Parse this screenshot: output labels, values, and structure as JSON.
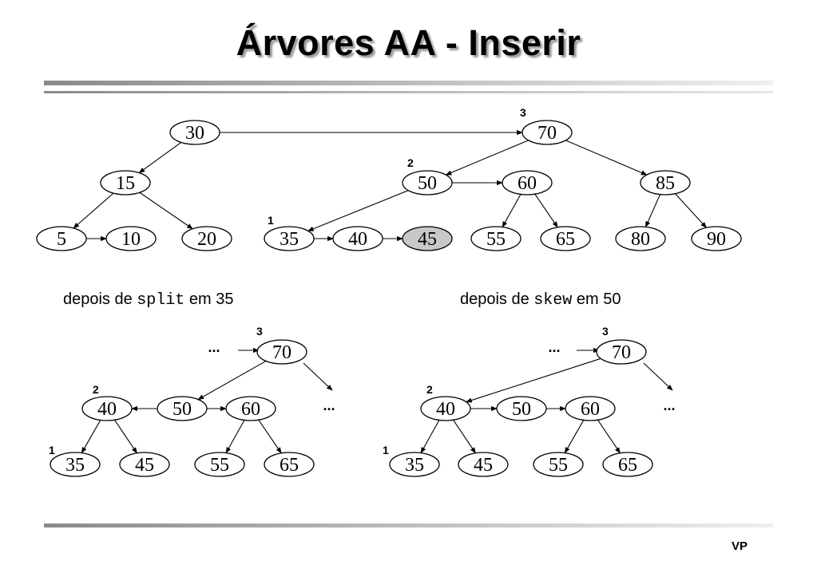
{
  "title": "Árvores  AA - Inserir",
  "footer": "VP",
  "captions": {
    "split": {
      "pre": "depois de ",
      "code": "split",
      "post": " em 35"
    },
    "skew": {
      "pre": "depois de ",
      "code": "skew",
      "post": " em 50"
    }
  },
  "diagram": {
    "highlight_color": "#c8c8c8",
    "top": {
      "nodes": [
        "30",
        "15",
        "5",
        "10",
        "20",
        "70",
        "50",
        "60",
        "85",
        "35",
        "40",
        "45",
        "55",
        "65",
        "80",
        "90"
      ],
      "highlighted": [
        "45"
      ],
      "levels": {
        "70": "3",
        "50": "2",
        "35": "1"
      }
    },
    "after_split": {
      "nodes": [
        "70",
        "40",
        "50",
        "60",
        "35",
        "45",
        "55",
        "65"
      ],
      "levels": {
        "70": "3",
        "40": "2",
        "35": "1"
      },
      "ellipsis": "..."
    },
    "after_skew": {
      "nodes": [
        "70",
        "40",
        "50",
        "60",
        "35",
        "45",
        "55",
        "65"
      ],
      "levels": {
        "70": "3",
        "40": "2",
        "35": "1"
      },
      "ellipsis": "..."
    }
  }
}
